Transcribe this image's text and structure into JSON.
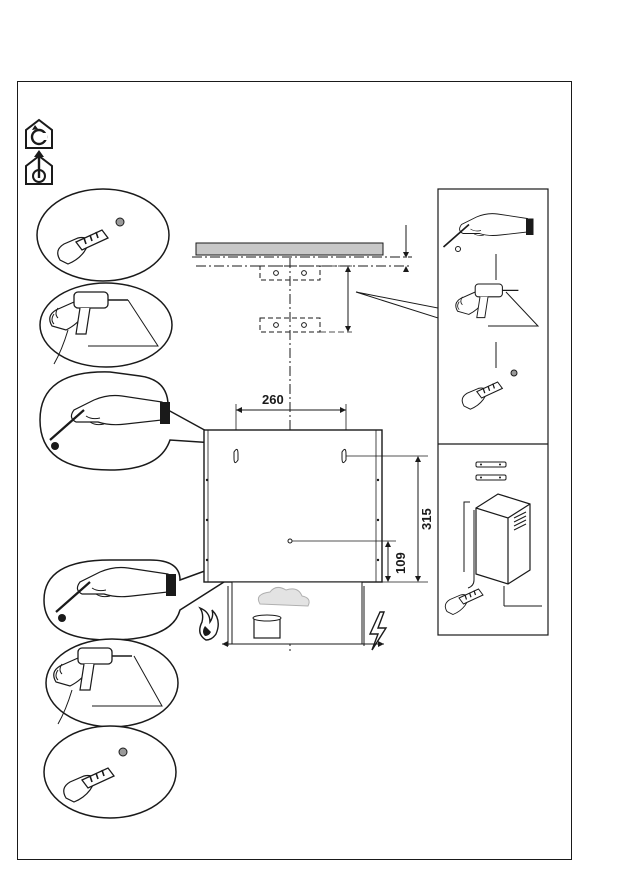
{
  "icons": {
    "recirculation": "recirculation-mode-icon",
    "extraction": "extraction-mode-icon"
  },
  "dimensions": {
    "width": "260",
    "height_total": "315",
    "height_center": "109"
  },
  "colors": {
    "line": "#1a1a1a",
    "ceiling": "#c8c8c8",
    "cap": "#e3e3e3"
  }
}
